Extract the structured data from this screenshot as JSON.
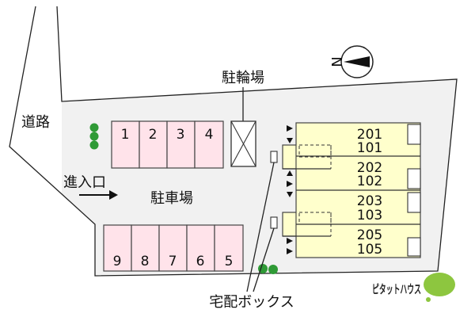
{
  "map": {
    "road_label": "道路",
    "entrance_label": "進入口",
    "parking_label": "駐車場",
    "bicycle_parking_label": "駐輪場",
    "delivery_box_label": "宅配ボックス",
    "compass_label": "N"
  },
  "parking": {
    "top": [
      "1",
      "2",
      "3",
      "4"
    ],
    "bottom": [
      "9",
      "8",
      "7",
      "6",
      "5"
    ]
  },
  "building": {
    "units": [
      {
        "upper": "201",
        "lower": "101"
      },
      {
        "upper": "202",
        "lower": "102"
      },
      {
        "upper": "203",
        "lower": "103"
      },
      {
        "upper": "205",
        "lower": "105"
      }
    ]
  },
  "logo": {
    "text": "ピタットハウス"
  },
  "colors": {
    "lot": "#f1f1f1",
    "parking_space": "#ffe3ea",
    "building": "#ffffcc",
    "tree": "#2f9a36",
    "logo_green": "#8dc63f"
  }
}
